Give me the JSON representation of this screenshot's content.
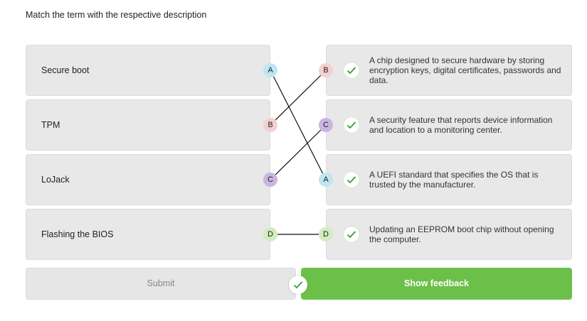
{
  "instruction": "Match the term with the respective description",
  "terms": [
    {
      "label": "Secure boot",
      "badge": "A",
      "badge_color": "#bfe6f2"
    },
    {
      "label": "TPM",
      "badge": "B",
      "badge_color": "#f6d0d0"
    },
    {
      "label": "LoJack",
      "badge": "C",
      "badge_color": "#c9b5df"
    },
    {
      "label": "Flashing the BIOS",
      "badge": "D",
      "badge_color": "#d3ecbe"
    }
  ],
  "descriptions": [
    {
      "text": "A chip designed to secure hardware by storing encryption keys, digital certificates, passwords and data.",
      "badge": "B",
      "badge_color": "#f6d0d0"
    },
    {
      "text": "A security feature that reports device information and location to a monitoring center.",
      "badge": "C",
      "badge_color": "#c9b5df"
    },
    {
      "text": "A UEFI standard that specifies the OS that is trusted by the manufacturer.",
      "badge": "A",
      "badge_color": "#bfe6f2"
    },
    {
      "text": "Updating an EEPROM boot chip without opening the computer.",
      "badge": "D",
      "badge_color": "#d3ecbe"
    }
  ],
  "buttons": {
    "submit_label": "Submit",
    "feedback_label": "Show feedback"
  },
  "colors": {
    "accent_green": "#6cc04a",
    "check_green": "#3a9a3a"
  }
}
